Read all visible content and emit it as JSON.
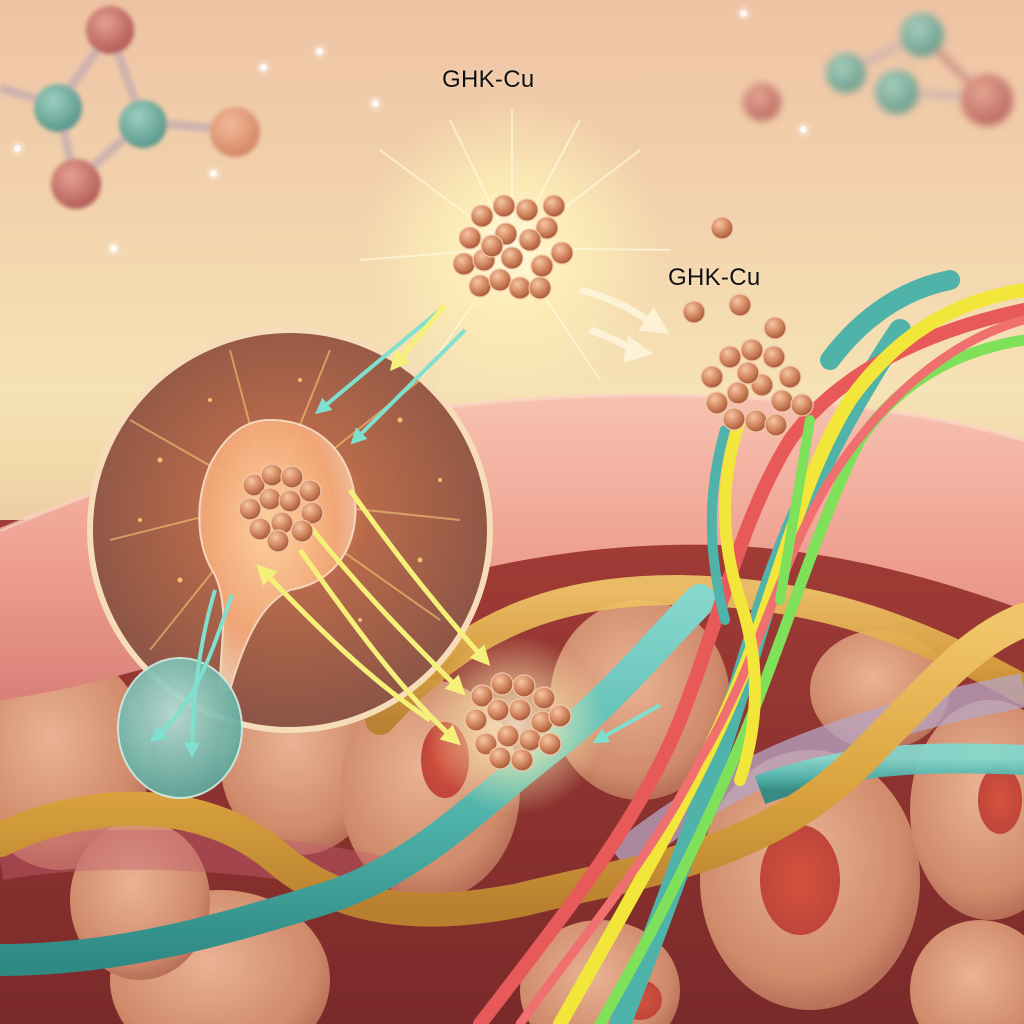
{
  "figure": {
    "subject": "GHK-Cu copper peptide interacting with skin tissue",
    "labels": {
      "top": "GHK-Cu",
      "right": "GHK-Cu"
    },
    "elements": [
      {
        "name": "background-molecule-left",
        "kind": "molecular model",
        "colors": [
          "#b85a55",
          "#4f9c92",
          "#d98a6a"
        ]
      },
      {
        "name": "background-molecule-right",
        "kind": "molecular model",
        "colors": [
          "#4f9c92",
          "#c0645e"
        ]
      },
      {
        "name": "peptide-cluster-top",
        "kind": "copper sphere cluster",
        "glow": true
      },
      {
        "name": "peptide-cluster-right",
        "kind": "copper sphere cluster",
        "free_spheres": 4
      },
      {
        "name": "peptide-cluster-center",
        "kind": "copper sphere cluster",
        "glow": true
      },
      {
        "name": "magnified-cell-inset",
        "kind": "circular inset with cell containing cluster"
      },
      {
        "name": "teal-vesicle",
        "kind": "cell/vesicle"
      },
      {
        "name": "epidermis-layer",
        "kind": "pink skin layer"
      },
      {
        "name": "dermal-cells",
        "kind": "round cells with red nuclei"
      },
      {
        "name": "collagen-fibers",
        "kind": "braided strands",
        "colors": [
          "#e85a5a",
          "#f2e63a",
          "#5ec8c0",
          "#7fe05a"
        ]
      },
      {
        "name": "golden-fibers",
        "kind": "scaled fibers",
        "colors": [
          "#d9a23e"
        ]
      },
      {
        "name": "teal-fibers",
        "kind": "scaled fibers",
        "colors": [
          "#4fb3aa"
        ]
      }
    ],
    "arrows": {
      "teal_color": "#7fe0cf",
      "yellow_color": "#f5f07a",
      "white_color": "#fff6dc"
    },
    "palette": {
      "background_top": "#eec3a4",
      "background_mid": "#f6e2b4",
      "skin": "#f0a79a",
      "copper": "#c97b55",
      "tissue_dark": "#a84a42"
    }
  }
}
